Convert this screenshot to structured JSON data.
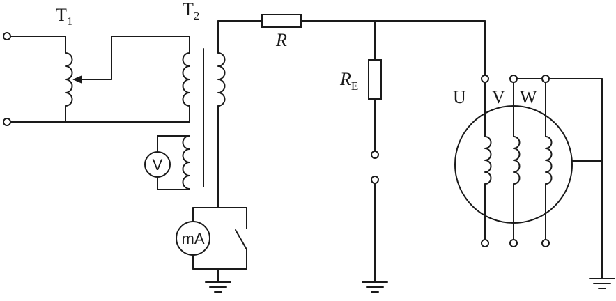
{
  "labels": {
    "t1_main": "T",
    "t1_sub": "1",
    "t2_main": "T",
    "t2_sub": "2",
    "resistor_r": "R",
    "resistor_re_main": "R",
    "resistor_re_sub": "E",
    "phase_u": "U",
    "phase_v": "V",
    "phase_w": "W",
    "voltmeter": "V",
    "milliammeter": "mA"
  },
  "colors": {
    "stroke": "#1a1a1a",
    "background": "#ffffff"
  }
}
